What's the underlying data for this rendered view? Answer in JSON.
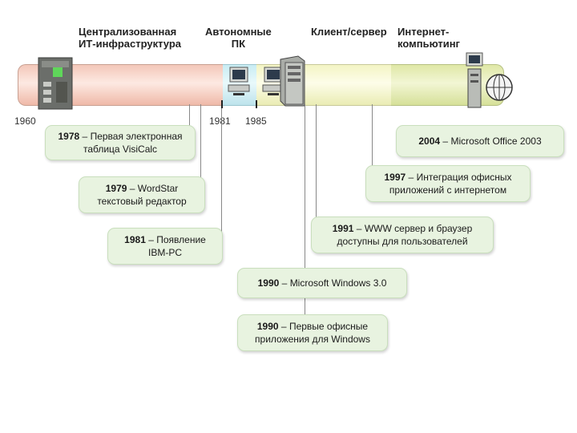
{
  "eras": [
    {
      "line1": "Централизованная",
      "line2": "ИТ-инфраструктура"
    },
    {
      "line1": "Автономные",
      "line2": "ПК"
    },
    {
      "line1": "Клиент/сервер",
      "line2": ""
    },
    {
      "line1": "Интернет-",
      "line2": "компьютинг"
    }
  ],
  "years": [
    "1960",
    "1981",
    "1985"
  ],
  "events": [
    {
      "year": "1978",
      "text1": "Первая электронная",
      "text2": "таблица VisiCalc"
    },
    {
      "year": "1979",
      "text1": "WordStar",
      "text2": "текстовый редактор"
    },
    {
      "year": "1981",
      "text1": "Появление",
      "text2": "IBM-PC"
    },
    {
      "year": "1990",
      "text1": "Microsoft Windows 3.0",
      "text2": ""
    },
    {
      "year": "1990",
      "text1": "Первые офисные",
      "text2": "приложения для Windows"
    },
    {
      "year": "1991",
      "text1": "WWW сервер и браузер",
      "text2": "доступны для пользователей"
    },
    {
      "year": "1997",
      "text1": "Интеграция офисных",
      "text2": "приложений с интернетом"
    },
    {
      "year": "2004",
      "text1": "Microsoft Office 2003",
      "text2": ""
    }
  ],
  "dash": "–",
  "icons": [
    "mainframe-icon",
    "personal-computer-icon",
    "server-tower-icon",
    "globe-icon"
  ]
}
